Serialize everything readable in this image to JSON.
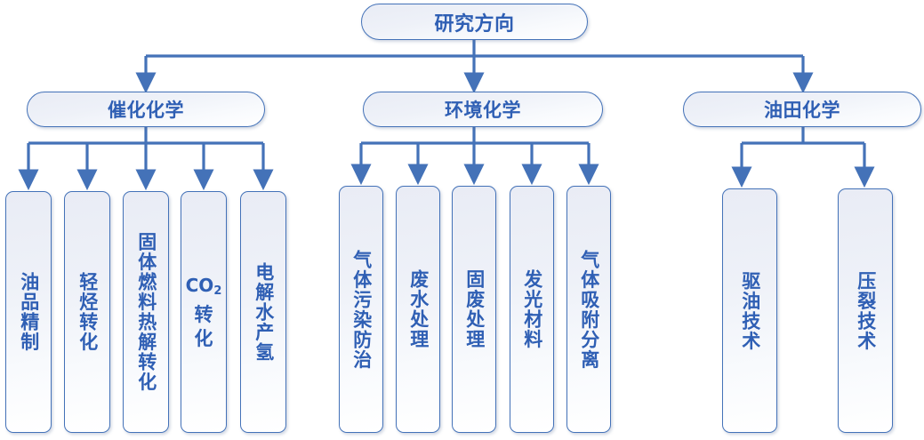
{
  "diagram": {
    "type": "organizational-tree",
    "title_text": "研究方向",
    "colors": {
      "node_border": "#4472b8",
      "node_text": "#2f5fb4",
      "connector": "#4472b8",
      "node_fill_top": "#e9ecf5",
      "node_fill_bottom": "#ffffff",
      "background": "#ffffff"
    },
    "root": {
      "label": "研究方向"
    },
    "branches": [
      {
        "id": "catalytic-chemistry",
        "label": "催化化学",
        "leaves": [
          {
            "id": "oil-refining",
            "label": "油品精制"
          },
          {
            "id": "light-hydrocarbon-conversion",
            "label": "轻烃转化"
          },
          {
            "id": "solid-fuel-pyrolysis-conversion",
            "label": "固体燃料热解转化"
          },
          {
            "id": "co2-conversion",
            "label": "CO2 转化",
            "formula": "CO",
            "formula_sub": "2",
            "formula_rest": [
              "转",
              "化"
            ]
          },
          {
            "id": "water-electrolysis-hydrogen",
            "label": "电解水产氢"
          }
        ]
      },
      {
        "id": "environmental-chemistry",
        "label": "环境化学",
        "leaves": [
          {
            "id": "gas-pollution-control",
            "label": "气体污染防治"
          },
          {
            "id": "wastewater-treatment",
            "label": "废水处理"
          },
          {
            "id": "solid-waste-treatment",
            "label": "固废处理"
          },
          {
            "id": "luminescent-materials",
            "label": "发光材料"
          },
          {
            "id": "gas-adsorption-separation",
            "label": "气体吸附分离"
          }
        ]
      },
      {
        "id": "oilfield-chemistry",
        "label": "油田化学",
        "leaves": [
          {
            "id": "oil-displacement-technology",
            "label": "驱油技术"
          },
          {
            "id": "fracturing-technology",
            "label": "压裂技术"
          }
        ]
      }
    ]
  }
}
